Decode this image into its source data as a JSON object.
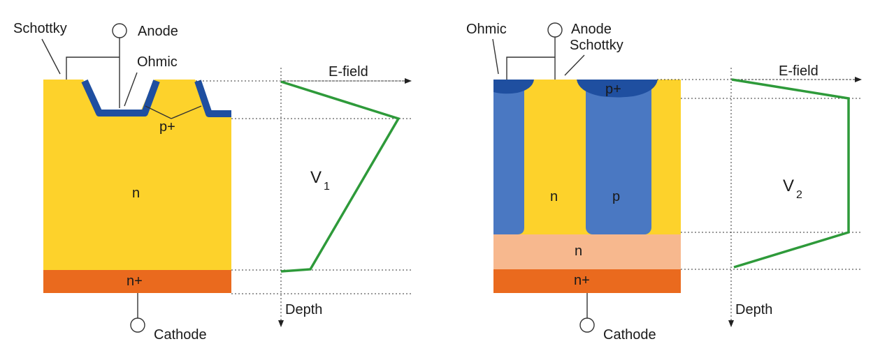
{
  "left_diagram": {
    "labels": {
      "schottky": "Schottky",
      "anode": "Anode",
      "ohmic": "Ohmic",
      "p_plus": "p+",
      "n": "n",
      "n_plus": "n+",
      "cathode": "Cathode"
    },
    "plot": {
      "x_axis_label": "E-field",
      "y_axis_label": "Depth",
      "voltage_symbol": "V",
      "voltage_subscript": "1"
    }
  },
  "right_diagram": {
    "labels": {
      "ohmic": "Ohmic",
      "anode": "Anode",
      "schottky": "Schottky",
      "p_plus": "p+",
      "n_region": "n",
      "p_region": "p",
      "n_lower": "n",
      "n_plus": "n+",
      "cathode": "Cathode"
    },
    "plot": {
      "x_axis_label": "E-field",
      "y_axis_label": "Depth",
      "voltage_symbol": "V",
      "voltage_subscript": "2"
    }
  },
  "colors": {
    "n_region": "#fdd22b",
    "n_plus": "#ea6a1e",
    "n_lower": "#f7b88e",
    "p_plus": "#1f4fa0",
    "p_region": "#4a78c2",
    "efield_line": "#2e9a3a"
  }
}
